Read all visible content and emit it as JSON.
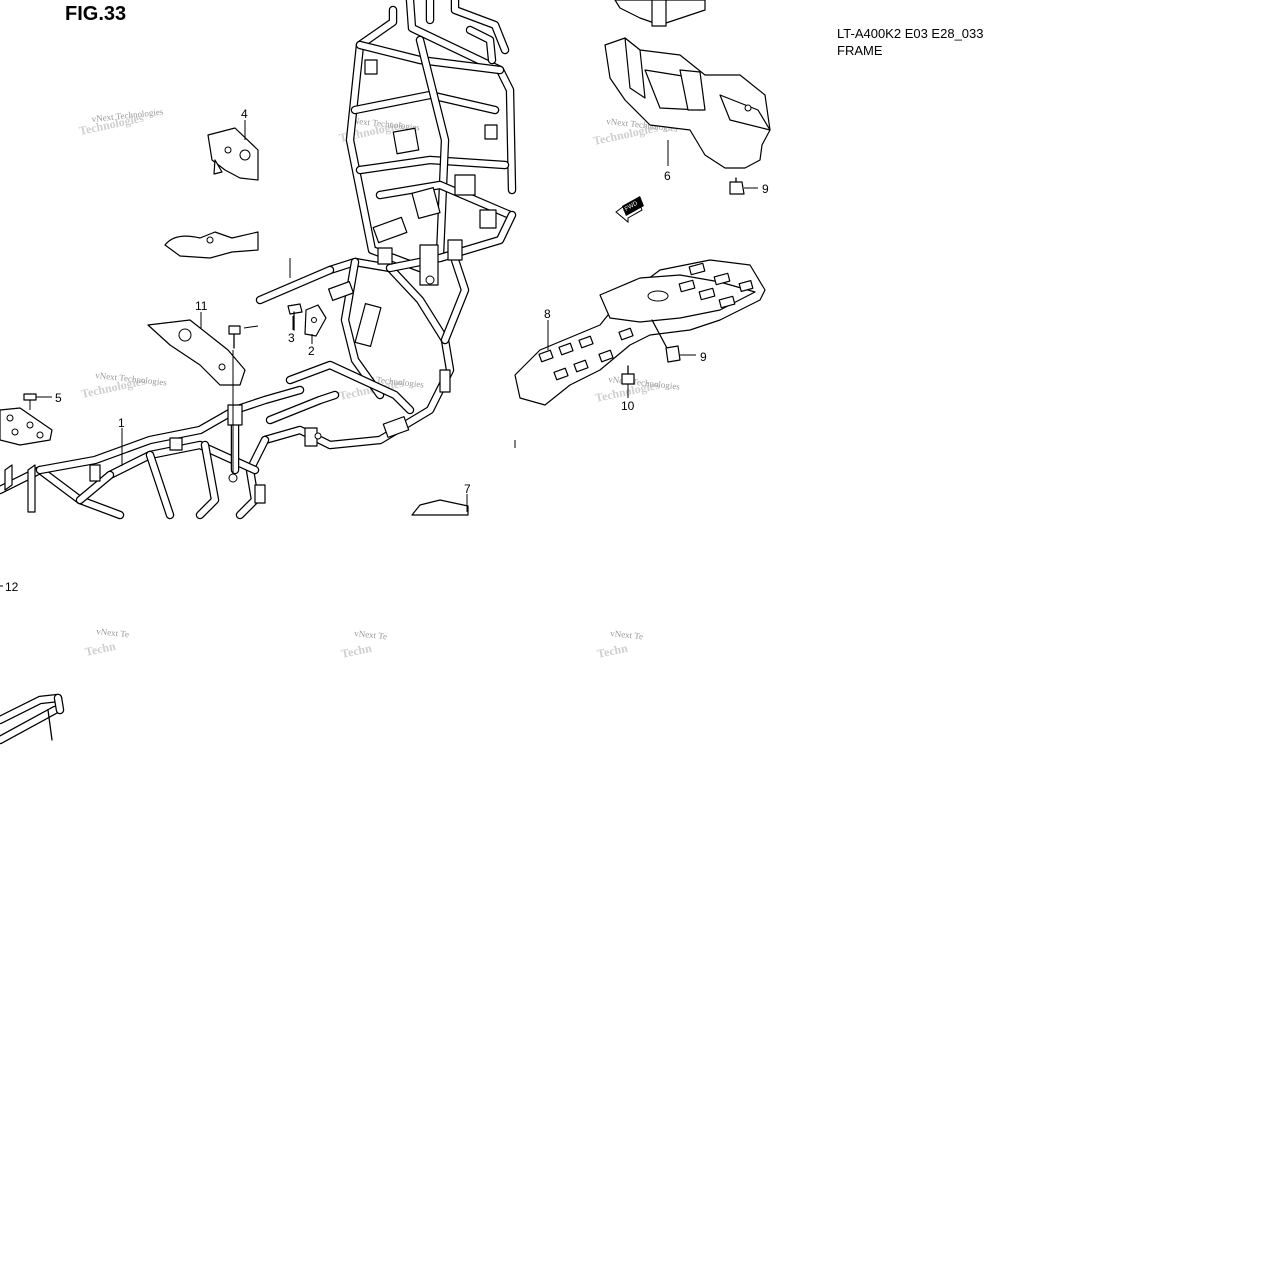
{
  "figure": {
    "title": "FIG.33"
  },
  "model": {
    "code": "LT-A400K2 E03 E28_033",
    "name": "FRAME"
  },
  "callouts": [
    "1",
    "2",
    "3",
    "4",
    "5",
    "6",
    "7",
    "8",
    "9",
    "9",
    "10",
    "11",
    "12"
  ],
  "watermark": {
    "line1": "vNext Technologies",
    "line2": "Technologies",
    "short1": "vNext Te",
    "short2": "Techn"
  },
  "fwd_badge": "FWD"
}
